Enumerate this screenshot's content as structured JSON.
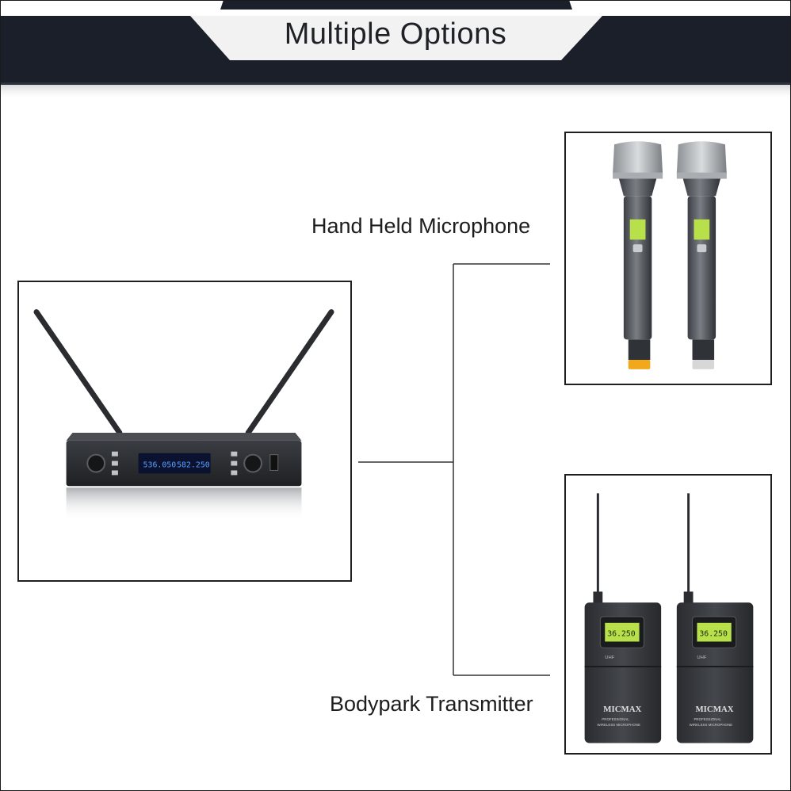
{
  "header": {
    "title": "Multiple Options"
  },
  "options": {
    "handheld": {
      "label": "Hand Held Microphone"
    },
    "bodypack": {
      "label": "Bodypark Transmitter"
    }
  },
  "receiver": {
    "display_left": "536.050",
    "display_right": "582.250"
  },
  "bodypack_transmitters": {
    "display": "36.250",
    "band": "UHF",
    "brand": "MICMAX",
    "caption_line1": "PROFESSIONAL",
    "caption_line2": "WIRELESS MICROPHONE"
  },
  "colors": {
    "banner_dark": "#1b1f2a",
    "banner_light": "#f2f2f2",
    "device_body": "#2b2d30",
    "lcd_blue": "#2a6bd6",
    "lcd_green": "#b8e04a",
    "cap_yellow": "#f2a81d",
    "cap_silver": "#d7d7d7"
  }
}
